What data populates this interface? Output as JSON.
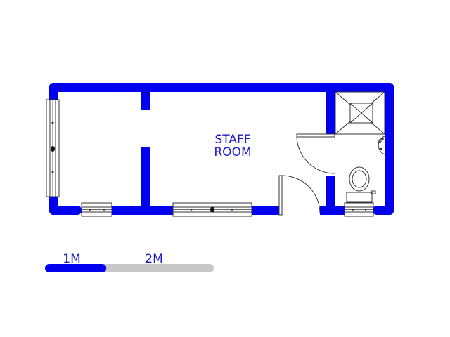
{
  "room": {
    "line1": "STAFF",
    "line2": "ROOM"
  },
  "scale": {
    "label_1": "1M",
    "label_2": "2M",
    "filled_fraction": 0.33
  },
  "colors": {
    "wall": "#0000ee",
    "text": "#1a1acc",
    "scale_empty": "#c8c8c8",
    "fixture": "#333333"
  }
}
